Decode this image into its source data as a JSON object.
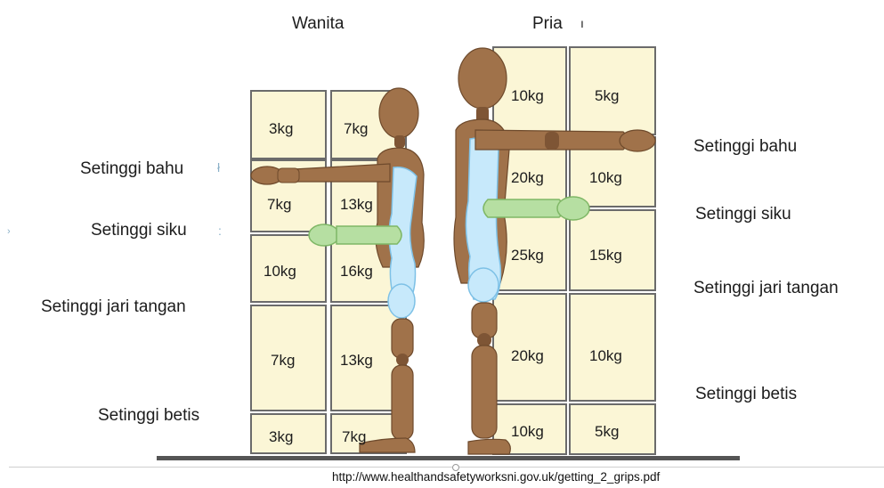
{
  "columns": {
    "female": "Wanita",
    "male": "Pria"
  },
  "heights": {
    "shoulder": "Setinggi bahu",
    "elbow": "Setinggi siku",
    "knuckle": "Setinggi jari tangan",
    "calf": "Setinggi betis"
  },
  "female_weights": [
    "3kg",
    "7kg",
    "7kg",
    "13kg",
    "10kg",
    "16kg",
    "7kg",
    "13kg",
    "3kg",
    "7kg"
  ],
  "male_weights": [
    "10kg",
    "5kg",
    "20kg",
    "10kg",
    "25kg",
    "15kg",
    "20kg",
    "10kg",
    "10kg",
    "5kg"
  ],
  "source_url": "http://www.healthandsafetyworksni.gov.uk/getting_2_grips.pdf",
  "colors": {
    "box_fill": "#fbf6d6",
    "box_stroke": "#6b6b6b",
    "figure": "#a0724a",
    "zone_blue": "#c7e9fb",
    "zone_green": "#b6dfa2",
    "floor": "#555555"
  }
}
